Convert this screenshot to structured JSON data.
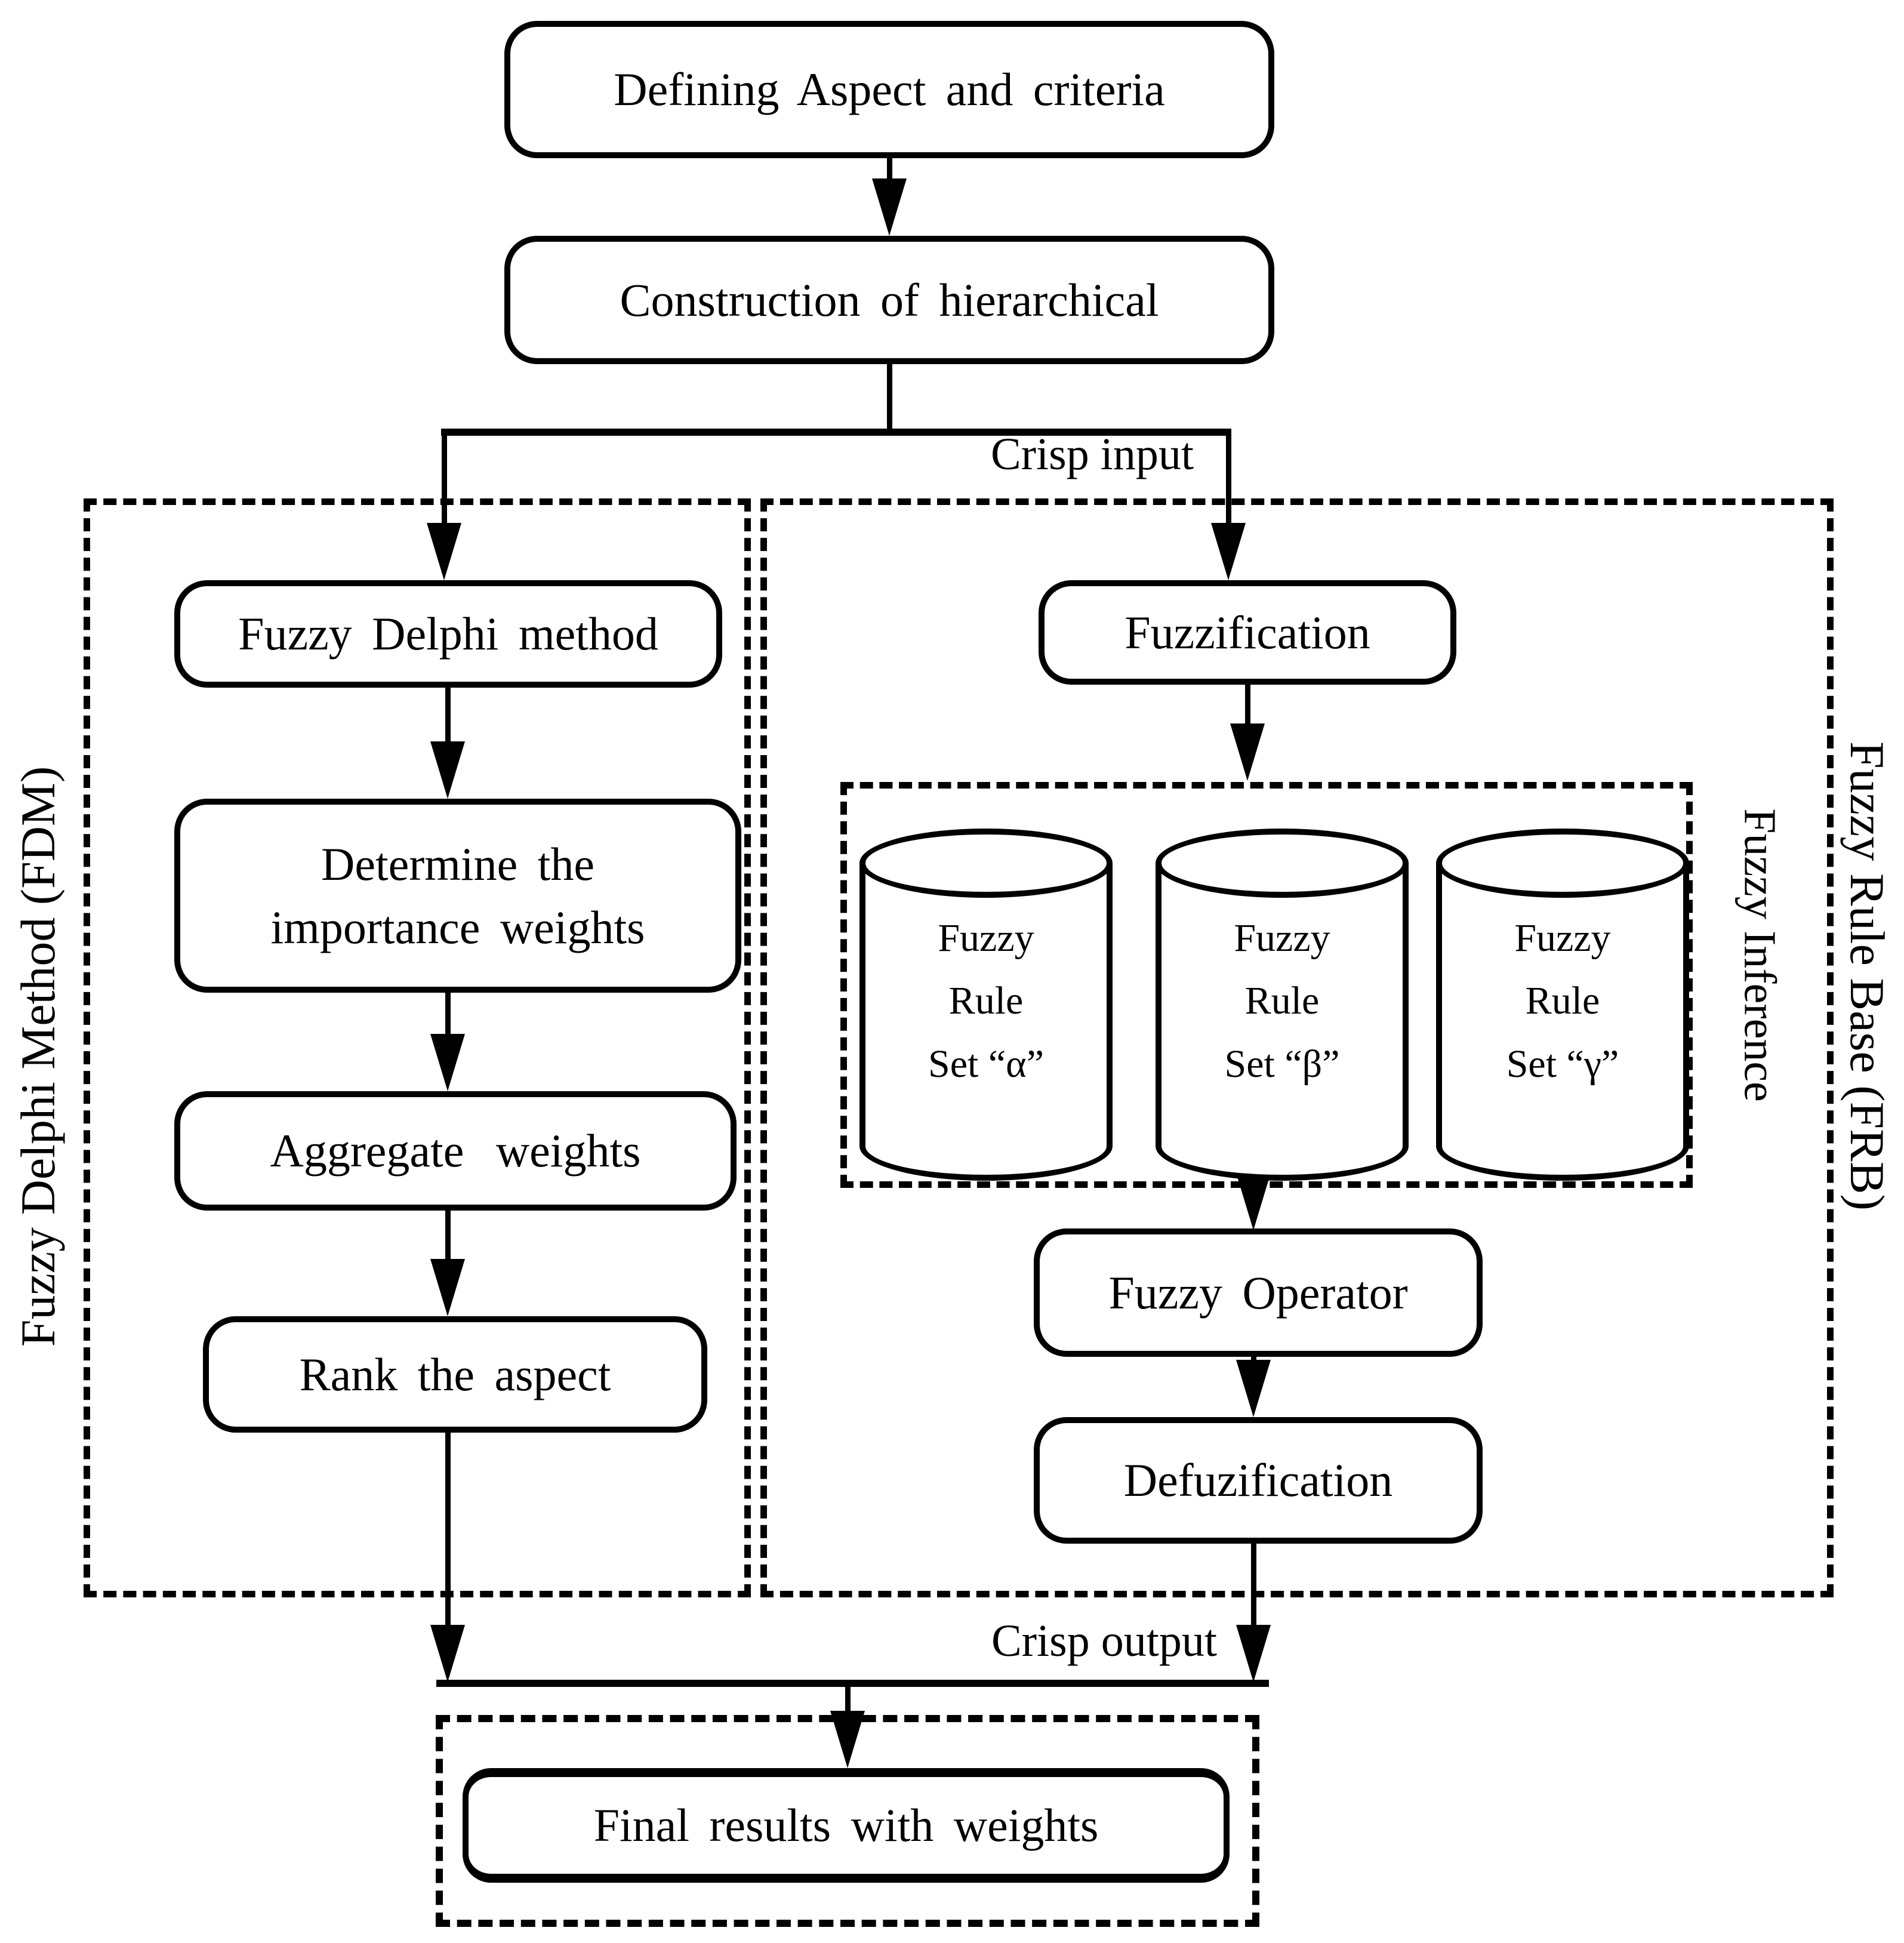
{
  "background": "#ffffff",
  "ink": "#000000",
  "nodes": {
    "defining": "Defining Aspect and criteria",
    "construction": "Construction of hierarchical",
    "fuzzy_delphi": "Fuzzy Delphi method",
    "determine_line1": "Determine the",
    "determine_line2": "importance weights",
    "aggregate": "Aggregate weights",
    "rank": "Rank the aspect",
    "fuzzification": "Fuzzification",
    "fuzzy_operator": "Fuzzy Operator",
    "defuzification": "Defuzification",
    "final_results": "Final results with weights"
  },
  "rule_sets": [
    {
      "line1": "Fuzzy",
      "line2": "Rule",
      "line3": "Set “α”"
    },
    {
      "line1": "Fuzzy",
      "line2": "Rule",
      "line3": "Set “β”"
    },
    {
      "line1": "Fuzzy",
      "line2": "Rule",
      "line3": "Set “γ”"
    }
  ],
  "flow_labels": {
    "crisp_input": "Crisp input",
    "crisp_output": "Crisp output"
  },
  "group_labels": {
    "fdm": "Fuzzy Delphi Method (FDM)",
    "fuzzy_inference": "Fuzzy Inference",
    "frb": "Fuzzy Rule Base (FRB)"
  }
}
